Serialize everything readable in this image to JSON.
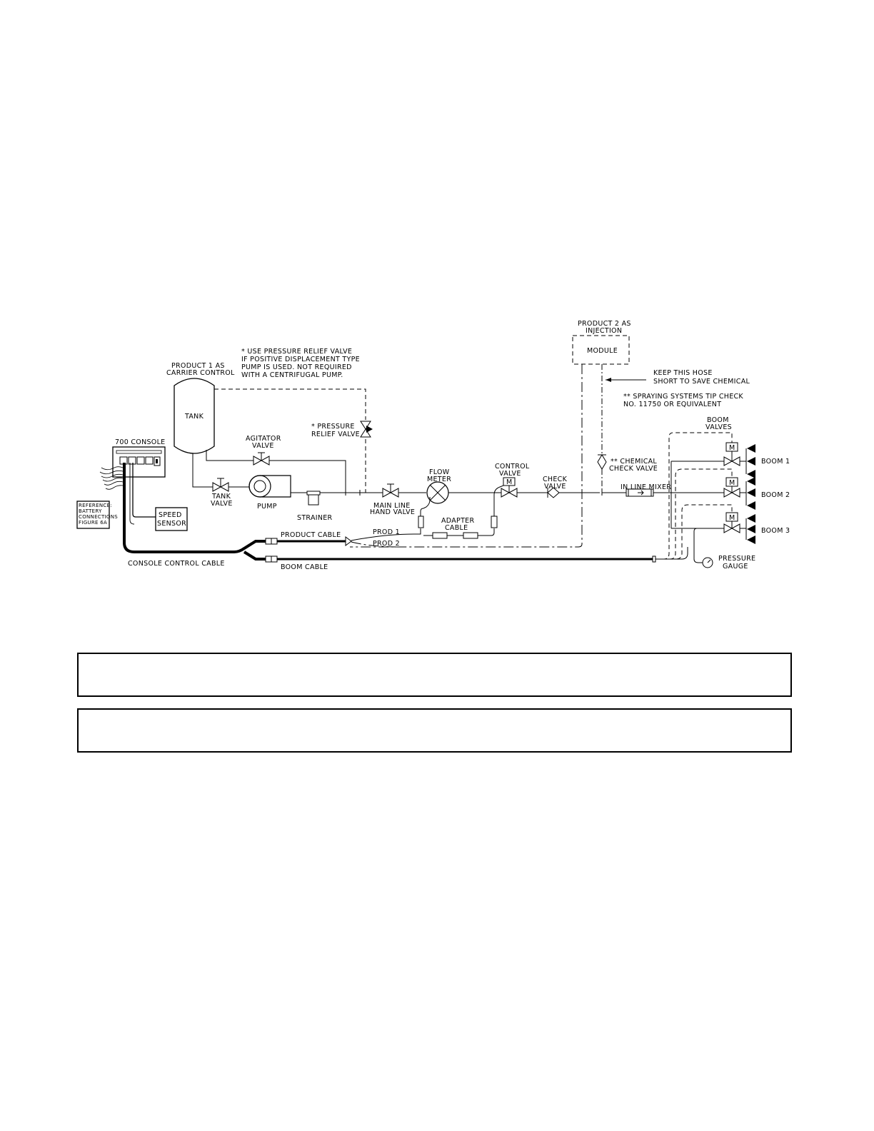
{
  "labels": {
    "product1_line1": "PRODUCT 1 AS",
    "product1_line2": "CARRIER CONTROL",
    "tank": "TANK",
    "note1_line1": "* USE PRESSURE RELIEF VALVE",
    "note1_line2": "IF POSITIVE DISPLACEMENT TYPE",
    "note1_line3": "PUMP IS USED. NOT REQUIRED",
    "note1_line4": "WITH A CENTRIFUGAL PUMP.",
    "prv_line1": "* PRESSURE",
    "prv_line2": "RELIEF VALVE",
    "agitator_line1": "AGITATOR",
    "agitator_line2": "VALVE",
    "console": "700 CONSOLE",
    "tank_valve_line1": "TANK",
    "tank_valve_line2": "VALVE",
    "pump": "PUMP",
    "strainer": "STRAINER",
    "main_line_line1": "MAIN LINE",
    "main_line_line2": "HAND VALVE",
    "flow_meter_line1": "FLOW",
    "flow_meter_line2": "METER",
    "control_valve_line1": "CONTROL",
    "control_valve_line2": "VALVE",
    "check_valve_line1": "CHECK",
    "check_valve_line2": "VALVE",
    "product2_line1": "PRODUCT 2 AS",
    "product2_line2": "INJECTION",
    "module": "MODULE",
    "hose_note_line1": "KEEP THIS HOSE",
    "hose_note_line2": "SHORT TO SAVE CHEMICAL",
    "tip_note_line1": "** SPRAYING SYSTEMS TIP CHECK",
    "tip_note_line2": "NO. 11750 OR EQUIVALENT",
    "chem_check_line1": "** CHEMICAL",
    "chem_check_line2": "CHECK VALVE",
    "inline_mixer": "IN LINE MIXER",
    "boom_valves_line1": "BOOM",
    "boom_valves_line2": "VALVES",
    "boom1": "BOOM 1",
    "boom2": "BOOM 2",
    "boom3": "BOOM 3",
    "reference_line1": "REFERENCE:",
    "reference_line2": "BATTERY",
    "reference_line3": "CONNECTIONS",
    "reference_line4": "FIGURE 6A",
    "speed_line1": "SPEED",
    "speed_line2": "SENSOR",
    "adapter_line1": "ADAPTER",
    "adapter_line2": "CABLE",
    "product_cable": "PRODUCT CABLE",
    "prod1": "PROD 1",
    "prod2": "PROD 2",
    "console_cable": "CONSOLE CONTROL CABLE",
    "boom_cable": "BOOM CABLE",
    "pressure_line1": "PRESSURE",
    "pressure_line2": "GAUGE",
    "motor_symbol": "M"
  },
  "notes": [
    "",
    ""
  ]
}
